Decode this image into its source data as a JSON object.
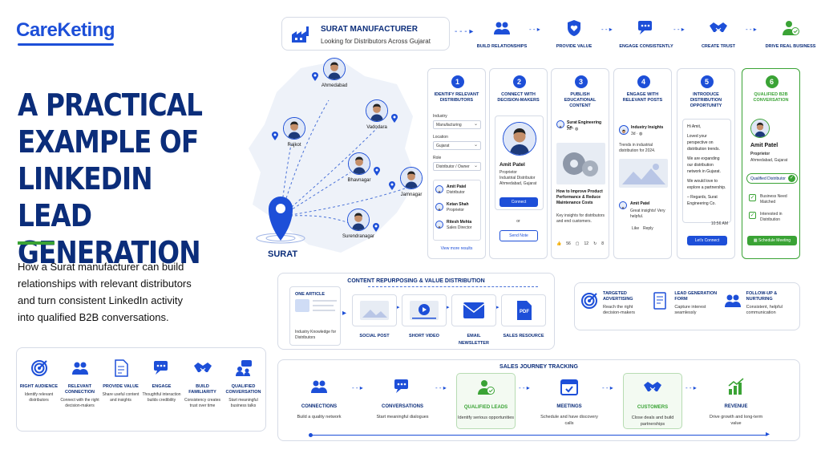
{
  "logo": "CareKeting",
  "title": "A PRACTICAL EXAMPLE OF LINKEDIN LEAD GENERATION",
  "description": "How a Surat manufacturer can build relationships with relevant distributors and turn consistent LinkedIn activity into qualified B2B conversations.",
  "header": {
    "title": "SURAT MANUFACTURER",
    "subtitle": "Looking for Distributors Across Gujarat",
    "flow": [
      {
        "label": "BUILD RELATIONSHIPS",
        "icon": "people-icon"
      },
      {
        "label": "PROVIDE VALUE",
        "icon": "heart-shield-icon"
      },
      {
        "label": "ENGAGE CONSISTENTLY",
        "icon": "chat-icon"
      },
      {
        "label": "CREATE TRUST",
        "icon": "handshake-icon"
      },
      {
        "label": "DRIVE REAL BUSINESS",
        "icon": "user-check-icon"
      }
    ]
  },
  "map": {
    "center": "SURAT",
    "cities": [
      "Ahmedabad",
      "Vadodara",
      "Rajkot",
      "Bhavnagar",
      "Jamnagar",
      "Surendranagar"
    ]
  },
  "steps": [
    {
      "num": "1",
      "title": "IDENTIFY RELEVANT DISTRIBUTORS",
      "filters": [
        {
          "label": "Industry",
          "value": "Manufacturing"
        },
        {
          "label": "Location",
          "value": "Gujarat"
        },
        {
          "label": "Role",
          "value": "Distributor / Owner"
        }
      ],
      "people": [
        {
          "name": "Amit Patel",
          "role": "Distributor"
        },
        {
          "name": "Ketan Shah",
          "role": "Proprietor"
        },
        {
          "name": "Ritesh Mehta",
          "role": "Sales Director"
        }
      ],
      "link": "View more results"
    },
    {
      "num": "2",
      "title": "CONNECT WITH DECISION-MAKERS",
      "name": "Amit Patel",
      "role": "Proprietor",
      "company": "Industrial Distributor",
      "place": "Ahmedabad, Gujarat",
      "connect": "Connect",
      "or": "or",
      "note": "Send Note"
    },
    {
      "num": "3",
      "title": "PUBLISH EDUCATIONAL CONTENT",
      "company": "Surat Engineering Co.",
      "time": "2d · ",
      "headline": "How to Improve Product Performance & Reduce Maintenance Costs",
      "body": "Key insights for distributors and end customers.",
      "likes": "56",
      "comments": "12",
      "shares": "8"
    },
    {
      "num": "4",
      "title": "ENGAGE WITH RELEVANT POSTS",
      "company": "Industry Insights",
      "time": "3d · ",
      "body": "Trends in industrial distribution for 2024.",
      "commenter": "Amit Patel",
      "comment": "Great insights! Very helpful.",
      "like": "Like",
      "reply": "Reply"
    },
    {
      "num": "5",
      "title": "INTRODUCE DISTRIBUTION OPPORTUNITY",
      "greeting": "Hi Amit,",
      "line1": "Loved your perspective on distribution trends.",
      "line2": "We are expanding our distribution network in Gujarat.",
      "line3": "We would love to explore a partnership.",
      "signoff": "– Regards, Surat Engineering Co.",
      "time": "10:56 AM",
      "button": "Let's Connect"
    },
    {
      "num": "6",
      "title": "QUALIFIED B2B CONVERSATION",
      "name": "Amit Patel",
      "role": "Proprietor",
      "place": "Ahmedabad, Gujarat",
      "badge": "Qualified Distributor",
      "checks": [
        "Business Need Matched",
        "Interested in Distribution"
      ],
      "button": "Schedule Meeting"
    }
  ],
  "left_steps": [
    {
      "title": "RIGHT AUDIENCE",
      "desc": "Identify relevant distributors",
      "icon": "target-icon"
    },
    {
      "title": "RELEVANT CONNECTION",
      "desc": "Connect with the right decision-makers",
      "icon": "people-icon"
    },
    {
      "title": "PROVIDE VALUE",
      "desc": "Share useful content and insights",
      "icon": "document-icon"
    },
    {
      "title": "ENGAGE",
      "desc": "Thoughtful interaction builds credibility",
      "icon": "chat-icon"
    },
    {
      "title": "BUILD FAMILIARITY",
      "desc": "Consistency creates trust over time",
      "icon": "handshake-icon"
    },
    {
      "title": "QUALIFIED CONVERSATION",
      "desc": "Start meaningful business talks",
      "icon": "people-chat-icon"
    }
  ],
  "repurpose": {
    "title": "CONTENT REPURPOSING & VALUE DISTRIBUTION",
    "article_title": "ONE ARTICLE",
    "article_desc": "Industry Knowledge for Distributors",
    "items": [
      "SOCIAL POST",
      "SHORT VIDEO",
      "EMAIL NEWSLETTER",
      "SALES RESOURCE"
    ],
    "pdf": "PDF"
  },
  "extras": [
    {
      "title": "TARGETED ADVERTISING",
      "desc": "Reach the right decision-makers",
      "icon": "target-icon"
    },
    {
      "title": "LEAD GENERATION FORM",
      "desc": "Capture interest seamlessly",
      "icon": "form-icon"
    },
    {
      "title": "FOLLOW-UP & NURTURING",
      "desc": "Consistent, helpful communication",
      "icon": "people-icon"
    }
  ],
  "journey": {
    "title": "SALES JOURNEY TRACKING",
    "stages": [
      {
        "title": "CONNECTIONS",
        "desc": "Build a quality network",
        "icon": "people-icon"
      },
      {
        "title": "CONVERSATIONS",
        "desc": "Start meaningful dialogues",
        "icon": "chat-icon"
      },
      {
        "title": "QUALIFIED LEADS",
        "desc": "Identify serious opportunities",
        "icon": "user-check-icon"
      },
      {
        "title": "MEETINGS",
        "desc": "Schedule and have discovery calls",
        "icon": "calendar-icon"
      },
      {
        "title": "CUSTOMERS",
        "desc": "Close deals and build partnerships",
        "icon": "handshake-icon"
      },
      {
        "title": "REVENUE",
        "desc": "Drive growth and long-term value",
        "icon": "bar-chart-icon"
      }
    ]
  },
  "colors": {
    "navy": "#0b2d7a",
    "blue": "#1d4fd8",
    "green": "#3aa335"
  }
}
